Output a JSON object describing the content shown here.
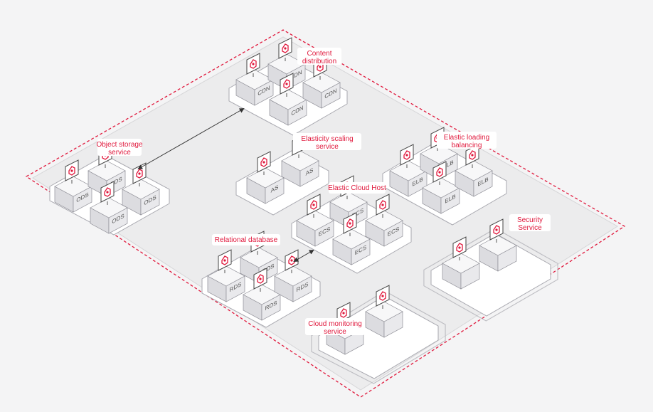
{
  "colors": {
    "accent": "#e0183c",
    "outline": "#9a9aa2",
    "plate": "#ffffff",
    "region": "#ececed"
  },
  "groups": [
    {
      "id": "cdn",
      "title_lines": [
        "Content",
        "distribution"
      ],
      "box_label": "CDN",
      "icon": "cdn-icon",
      "count": 4
    },
    {
      "id": "ods",
      "title_lines": [
        "Object storage",
        "service"
      ],
      "box_label": "ODS",
      "icon": "storage-icon",
      "count": 4
    },
    {
      "id": "as",
      "title_lines": [
        "Elasticity scaling",
        "service"
      ],
      "box_label": "AS",
      "icon": "scaling-icon",
      "count": 2
    },
    {
      "id": "elb",
      "title_lines": [
        "Elastic loading",
        "balancing"
      ],
      "box_label": "ELB",
      "icon": "load-balancer-icon",
      "count": 4
    },
    {
      "id": "ecs",
      "title_lines": [
        "Elastic Cloud Host"
      ],
      "box_label": "ECS",
      "icon": "cloud-host-icon",
      "count": 4
    },
    {
      "id": "rds",
      "title_lines": [
        "Relational database"
      ],
      "box_label": "RDS",
      "icon": "database-icon",
      "count": 4
    },
    {
      "id": "sec",
      "title_lines": [
        "Security",
        "Service"
      ],
      "box_label": "",
      "icon": "security-icon",
      "count": 2
    },
    {
      "id": "mon",
      "title_lines": [
        "Cloud monitoring",
        "service"
      ],
      "box_label": "",
      "icon": "monitoring-icon",
      "count": 2
    }
  ]
}
